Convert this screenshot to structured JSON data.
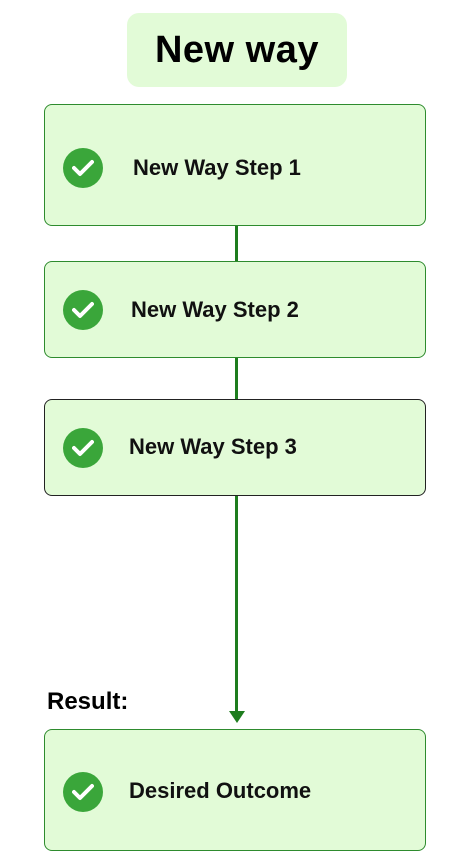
{
  "title": "New way",
  "steps": [
    {
      "label": "New Way Step 1",
      "icon": "check-circle-icon"
    },
    {
      "label": "New Way Step 2",
      "icon": "check-circle-icon"
    },
    {
      "label": "New Way Step 3",
      "icon": "check-circle-icon"
    }
  ],
  "result": {
    "label": "Result:",
    "outcome": "Desired Outcome",
    "icon": "check-circle-icon"
  },
  "colors": {
    "box_fill": "#e2fbd7",
    "check_fill": "#3aa63a",
    "connector": "#1e7d1e"
  }
}
